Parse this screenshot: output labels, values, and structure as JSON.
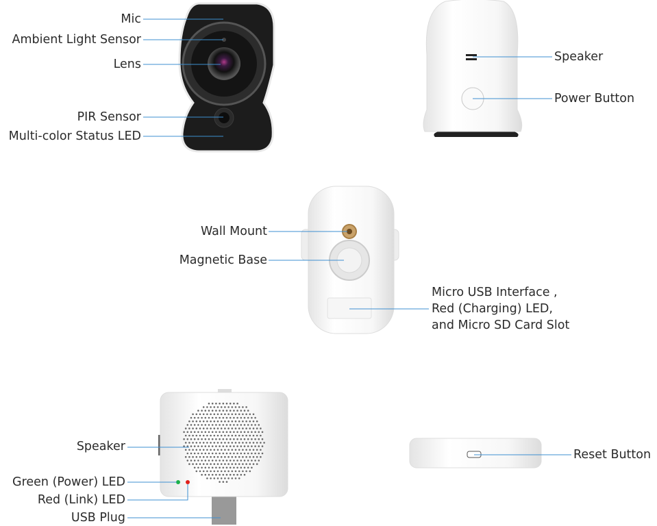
{
  "colors": {
    "leader_line": "#3d8fd1",
    "camera_front": "#1c1c1c",
    "device_white": "#f4f4f4",
    "green_led": "#1bb14a",
    "red_led": "#e0201b"
  },
  "front_camera": {
    "labels": [
      "Mic",
      "Ambient Light Sensor",
      "Lens",
      "PIR Sensor",
      "Multi-color Status LED"
    ]
  },
  "back_camera": {
    "labels": [
      "Speaker",
      "Power Button"
    ]
  },
  "bottom_camera": {
    "labels": [
      "Wall Mount",
      "Magnetic Base"
    ],
    "usb_label_lines": [
      "Micro USB Interface ,",
      "Red (Charging) LED,",
      "and Micro SD Card Slot"
    ]
  },
  "chime": {
    "labels": [
      "Speaker",
      "Green (Power) LED",
      "Red (Link) LED",
      "USB Plug"
    ]
  },
  "chime_side": {
    "labels": [
      "Reset Button"
    ]
  }
}
